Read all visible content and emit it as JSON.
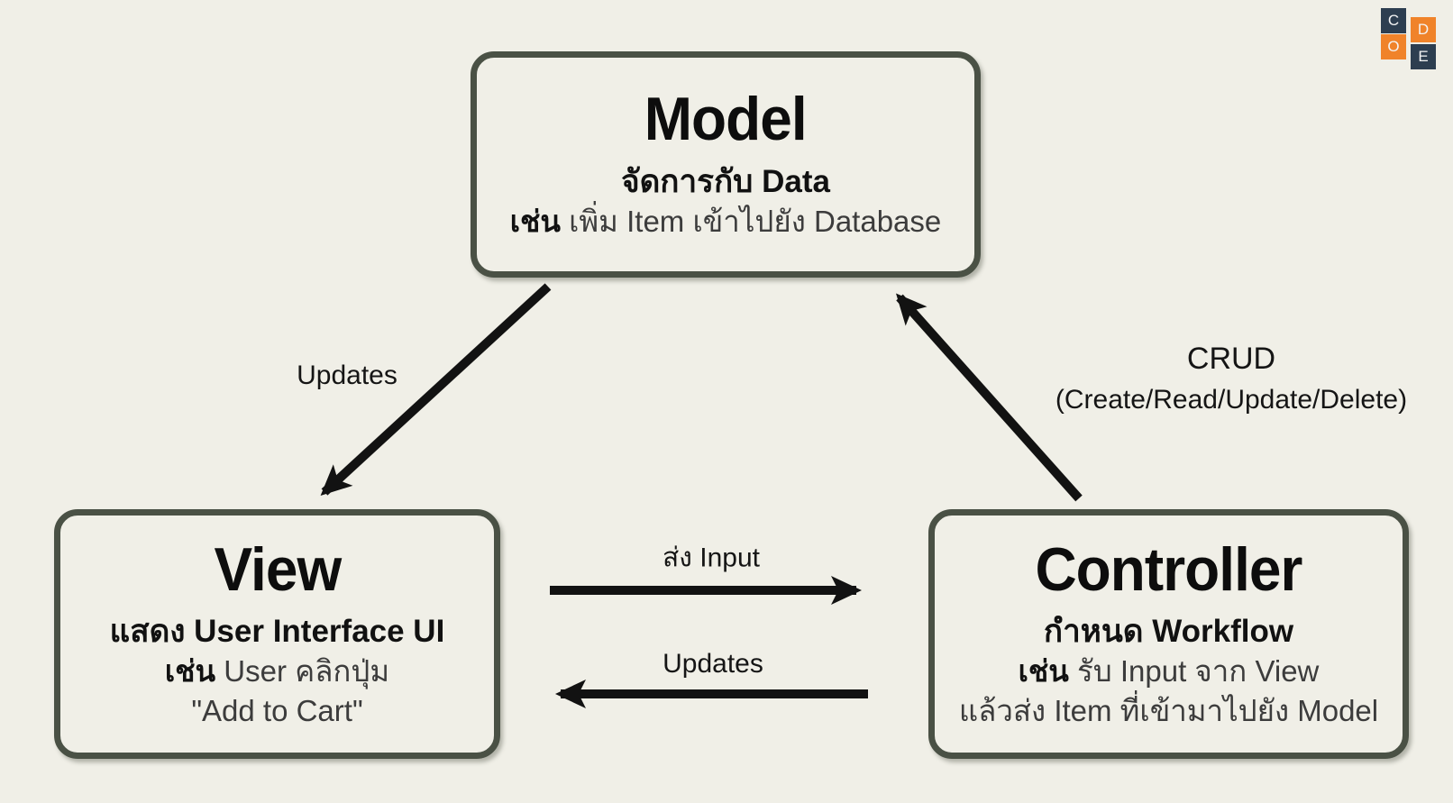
{
  "canvas": {
    "background": "#f0efe7",
    "box_border_color": "#4a5145",
    "arrow_color": "#121212"
  },
  "logo": {
    "name": "CODE",
    "squares": [
      {
        "char": "C",
        "bg": "#2d3e50"
      },
      {
        "char": "O",
        "bg": "#f0832a"
      },
      {
        "char": "D",
        "bg": "#f0832a"
      },
      {
        "char": "E",
        "bg": "#2d3e50"
      }
    ]
  },
  "boxes": {
    "model": {
      "title": "Model",
      "subtitle": "จัดการกับ Data",
      "example_prefix": "เช่น",
      "example_rest": " เพิ่ม Item เข้าไปยัง Database"
    },
    "view": {
      "title": "View",
      "subtitle": "แสดง User Interface UI",
      "example_prefix": "เช่น",
      "example_rest": " User คลิกปุ่ม",
      "example_line2": "\"Add to Cart\""
    },
    "controller": {
      "title": "Controller",
      "subtitle": "กำหนด Workflow",
      "example_prefix": "เช่น",
      "example_rest": " รับ Input จาก View",
      "example_line2": "แล้วส่ง Item ที่เข้ามาไปยัง Model"
    }
  },
  "arrows": {
    "model_to_view": {
      "label": "Updates"
    },
    "view_to_controller": {
      "label": "ส่ง Input"
    },
    "controller_to_view": {
      "label": "Updates"
    },
    "controller_to_model": {
      "label": "CRUD",
      "sublabel": "(Create/Read/Update/Delete)"
    }
  }
}
